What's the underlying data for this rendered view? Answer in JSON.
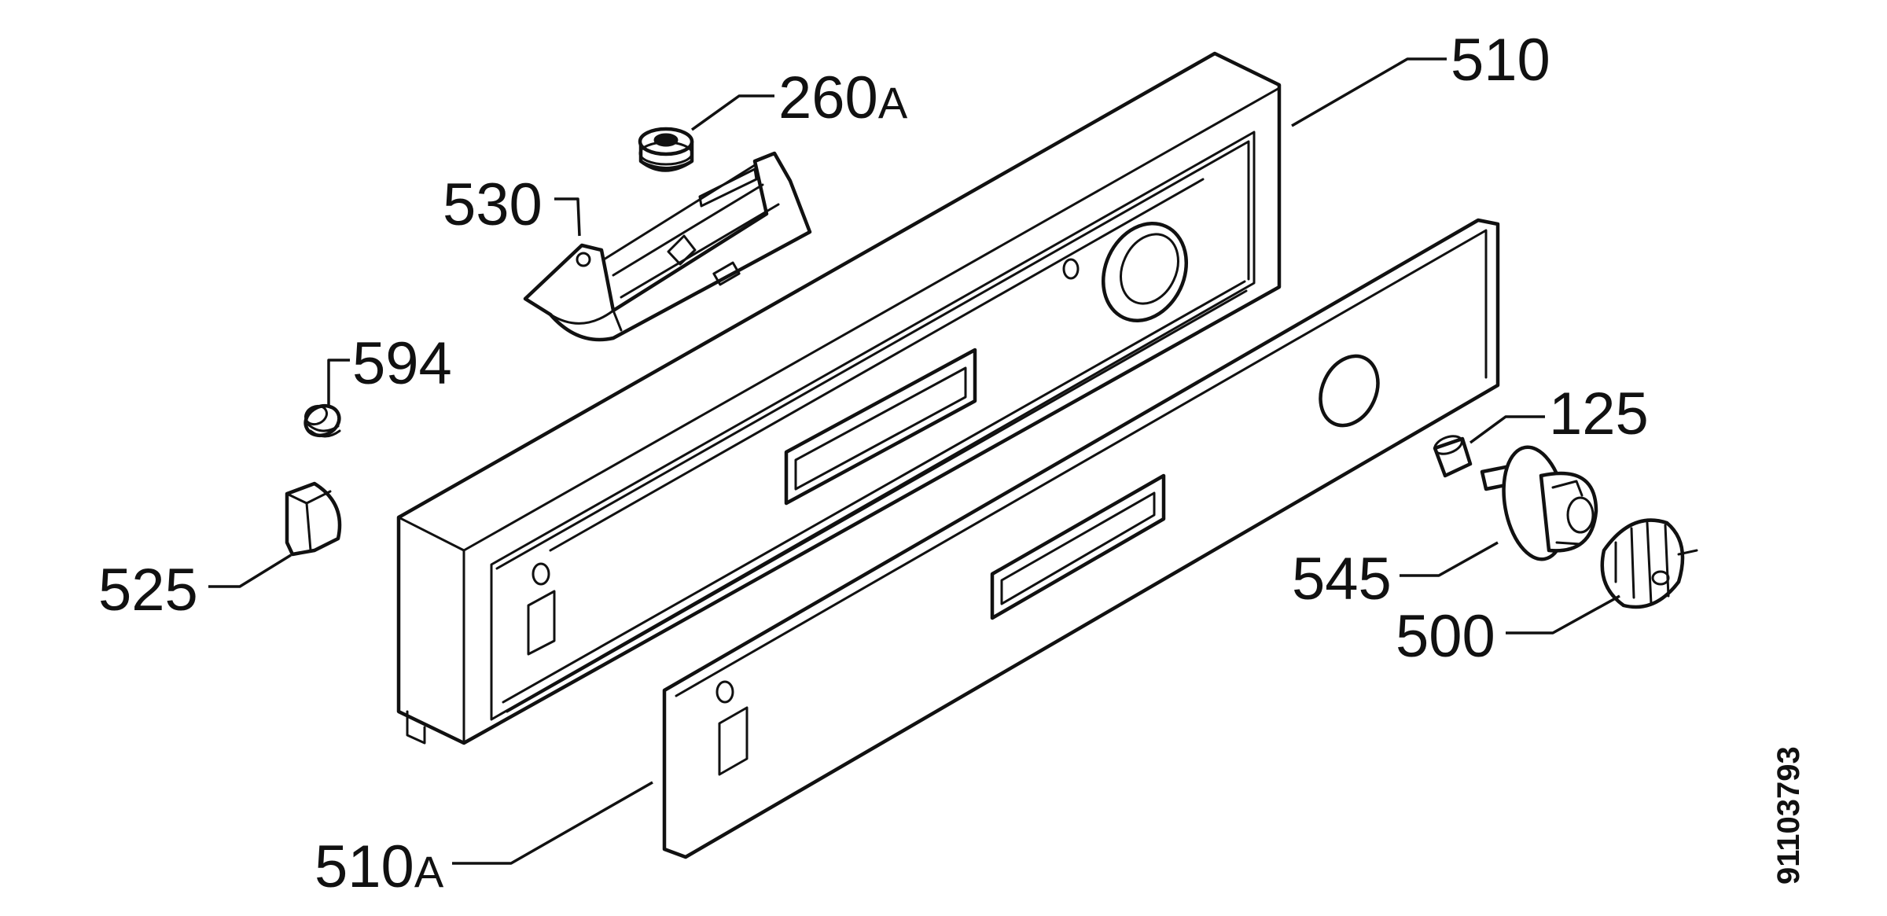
{
  "callouts": [
    {
      "id": "c260a",
      "number": "260",
      "suffix": "A"
    },
    {
      "id": "c510",
      "number": "510",
      "suffix": ""
    },
    {
      "id": "c530",
      "number": "530",
      "suffix": ""
    },
    {
      "id": "c594",
      "number": "594",
      "suffix": ""
    },
    {
      "id": "c525",
      "number": "525",
      "suffix": ""
    },
    {
      "id": "c125",
      "number": "125",
      "suffix": ""
    },
    {
      "id": "c545",
      "number": "545",
      "suffix": ""
    },
    {
      "id": "c500",
      "number": "500",
      "suffix": ""
    },
    {
      "id": "c510a",
      "number": "510",
      "suffix": "A"
    }
  ],
  "drawing_code": "91103793",
  "colors": {
    "line": "#111111",
    "background": "#ffffff"
  }
}
